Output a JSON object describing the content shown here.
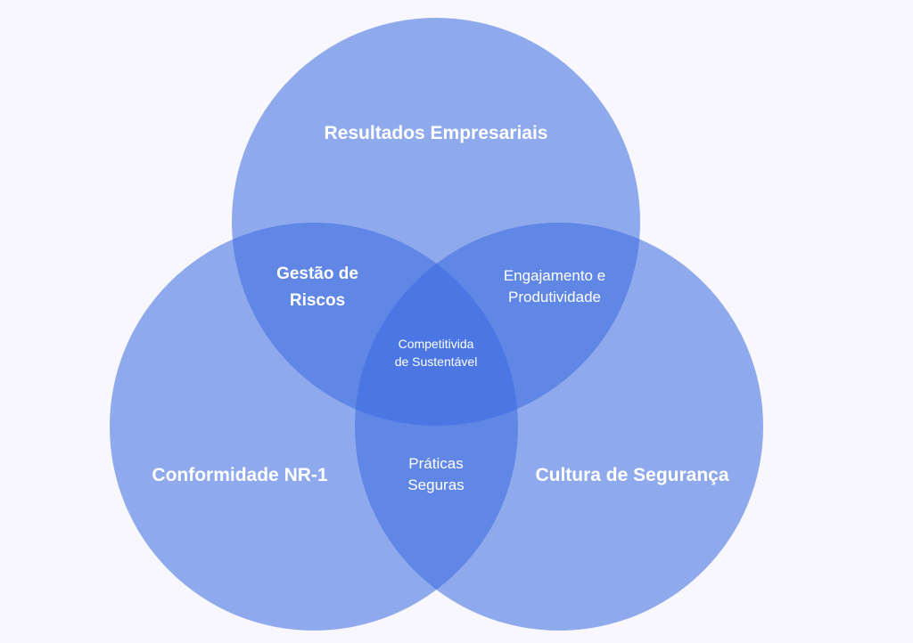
{
  "colors": {
    "background": "#f7f7fd",
    "circle_fill": "#3a6ae0",
    "label_text": "#ffffff"
  },
  "sets": {
    "top": "Resultados Empresariais",
    "left": "Conformidade NR-1",
    "right": "Cultura de Segurança"
  },
  "intersections": {
    "top_left": [
      "Gestão de",
      "Riscos"
    ],
    "top_right": [
      "Engajamento e",
      "Produtividade"
    ],
    "left_right": [
      "Práticas",
      "Seguras"
    ],
    "all": [
      "Competitivida",
      "de Sustentável"
    ]
  }
}
